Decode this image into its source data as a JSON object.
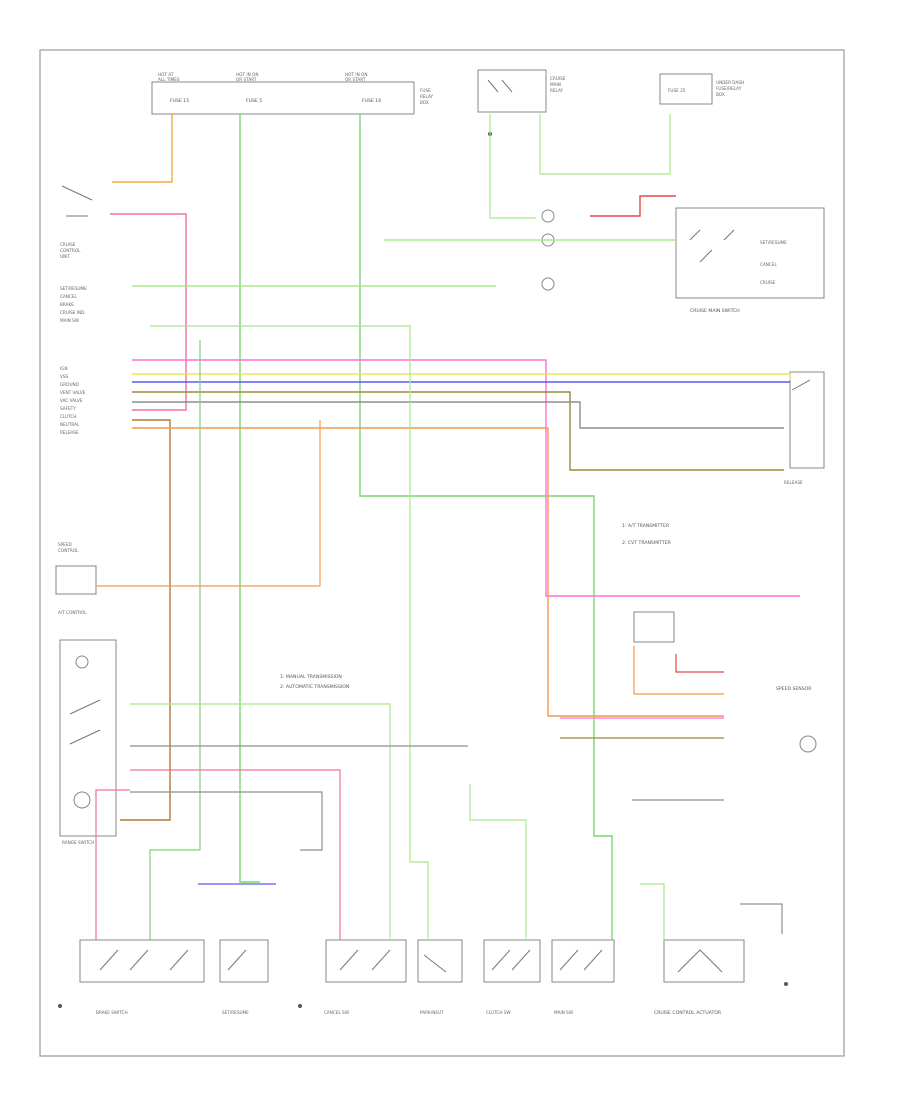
{
  "fuses": [
    {
      "id": "f1",
      "label": "FUSE 15"
    },
    {
      "id": "f2",
      "label": "FUSE 5"
    },
    {
      "id": "f3",
      "label": "FUSE 16"
    }
  ],
  "notes": [
    {
      "id": "transmitter",
      "lines": [
        "1: A/T TRANSMITTER",
        "2: CVT TRANSMITTER"
      ]
    },
    {
      "id": "transmission",
      "lines": [
        "1: MANUAL TRANSMISSION",
        "2: AUTOMATIC TRANSMISSION"
      ]
    }
  ],
  "component_labels": [
    {
      "id": "cruise_main_switch",
      "text": "CRUISE MAIN SWITCH"
    },
    {
      "id": "speed_sensor",
      "text": "SPEED SENSOR"
    },
    {
      "id": "cruise_control_actuator",
      "text": "CRUISE CONTROL ACTUATOR"
    }
  ],
  "wires": [
    {
      "id": "w_orange_fuse1",
      "color": "#f5a94a"
    },
    {
      "id": "w_green_fuse2",
      "color": "#7cd66e"
    },
    {
      "id": "w_green_fuse3",
      "color": "#7cd66e"
    },
    {
      "id": "w_pink",
      "color": "#f06ea8"
    },
    {
      "id": "w_red",
      "color": "#e04848"
    },
    {
      "id": "w_magenta",
      "color": "#ff6fd8"
    },
    {
      "id": "w_blue",
      "color": "#5a5aee"
    },
    {
      "id": "w_yellow",
      "color": "#e9e65a"
    },
    {
      "id": "w_lightgreen",
      "color": "#a8e88a"
    },
    {
      "id": "w_olive",
      "color": "#9a8a3a"
    },
    {
      "id": "w_gray",
      "color": "#8e8e8e"
    },
    {
      "id": "w_brown",
      "color": "#b07a3a"
    },
    {
      "id": "w_orange2",
      "color": "#f29a50"
    }
  ]
}
